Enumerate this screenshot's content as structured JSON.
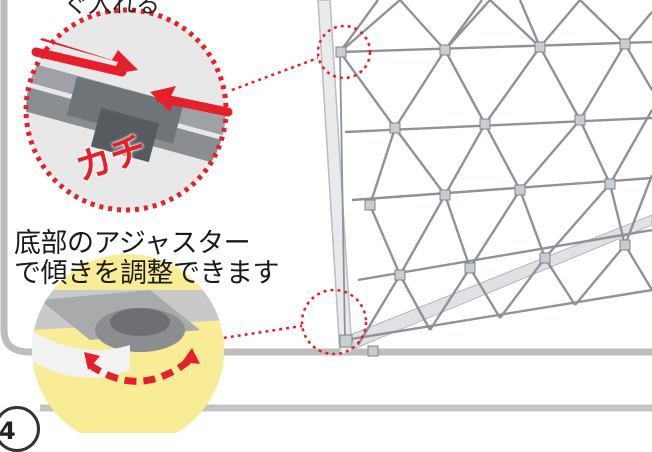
{
  "captions": {
    "line1": "底部のアジャスター",
    "line2": "で傾きを調整できます"
  },
  "callout_top": {
    "label": "カチ",
    "partial_heading": "ぐ入れる"
  },
  "step": {
    "number": "4"
  },
  "icons": [
    "clip-callout-circle",
    "adjuster-callout-circle",
    "push-arrow-left-icon",
    "push-arrow-right-icon",
    "rotate-arrow-icon"
  ],
  "colors": {
    "accent_red": "#e5202a",
    "frame_grey": "#9aa0a6",
    "panel_grey": "#bdbdbd",
    "callout_yellow": "#f8ec97"
  }
}
